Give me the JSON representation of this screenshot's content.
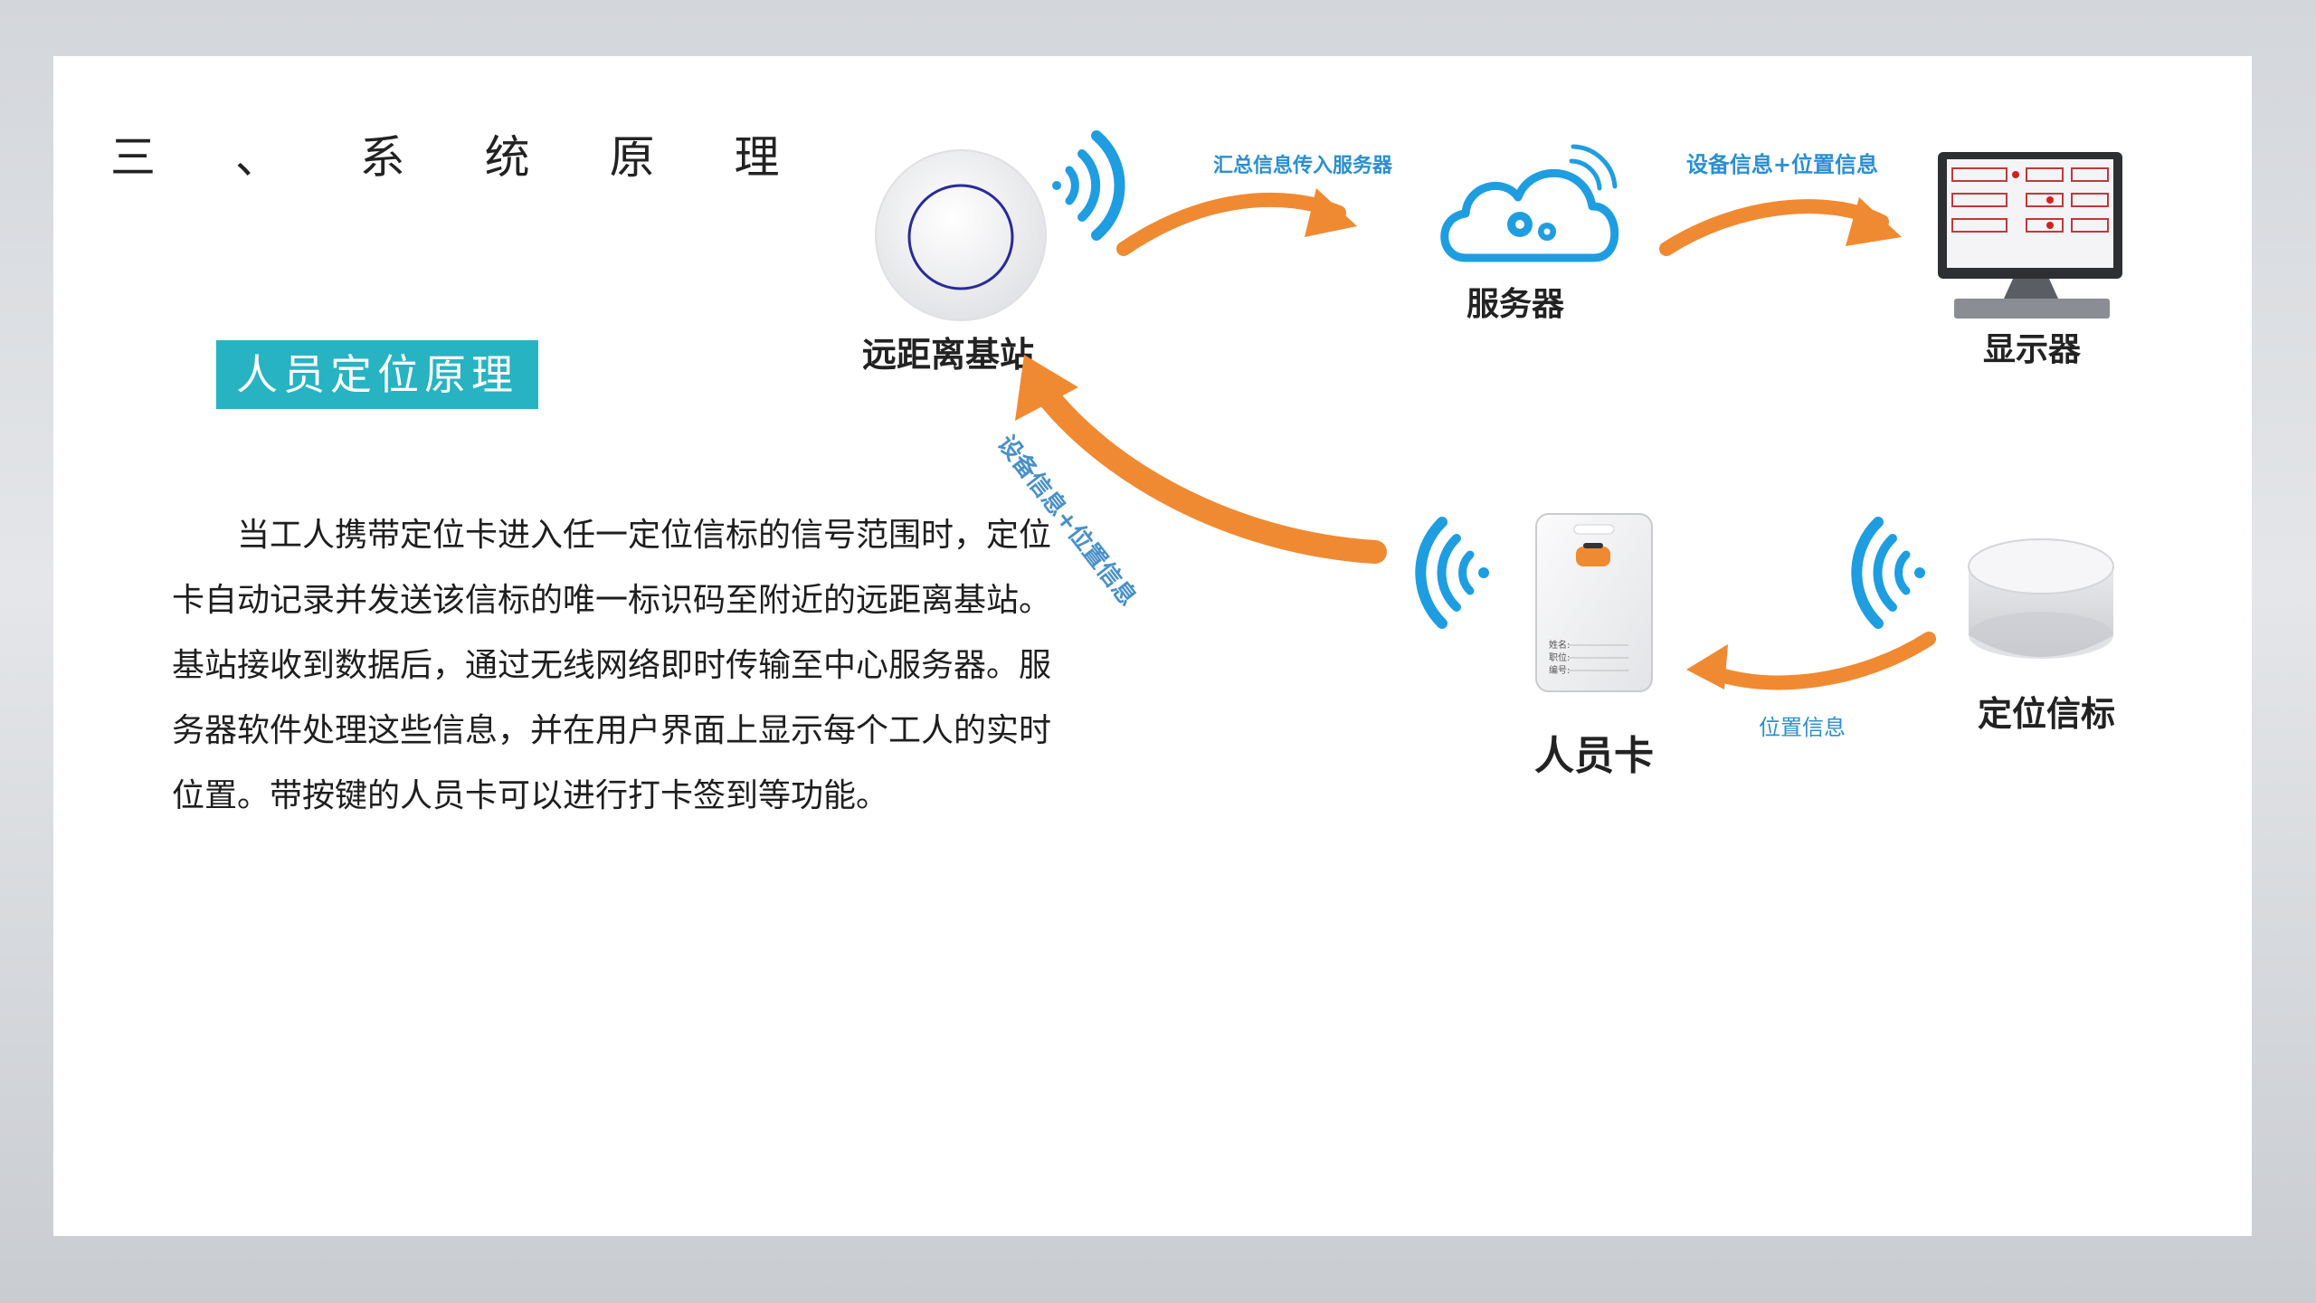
{
  "heading": "三 、 系 统 原 理",
  "subtitle": "人员定位原理",
  "body_text": "当工人携带定位卡进入任一定位信标的信号范围时，定位卡自动记录并发送该信标的唯一标识码至附近的远距离基站。基站接收到数据后，通过无线网络即时传输至中心服务器。服务器软件处理这些信息，并在用户界面上显示每个工人的实时位置。带按键的人员卡可以进行打卡签到等功能。",
  "diagram": {
    "nodes": {
      "base_station": "远距离基站",
      "server": "服务器",
      "display": "显示器",
      "personnel_card": "人员卡",
      "beacon": "定位信标"
    },
    "arrows": {
      "station_to_server": "汇总信息传入服务器",
      "server_to_display": "设备信息+位置信息",
      "card_to_station": "设备信息+位置信息",
      "beacon_to_card": "位置信息"
    },
    "card_fields": [
      "姓名:",
      "职位:",
      "编号:"
    ],
    "colors": {
      "arrow": "#f08a32",
      "signal": "#1e9ee0",
      "label_blue": "#2b8fd0",
      "accent": "#27b3c2"
    }
  }
}
